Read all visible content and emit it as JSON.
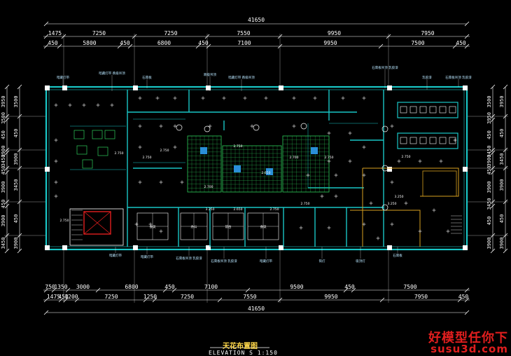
{
  "drawing": {
    "title": "天花布置图",
    "subtitle": "ELEVATION S 1:150",
    "overall_dim_top": "41650",
    "overall_dim_bottom": "41650",
    "top_row1": [
      "1475",
      "7250",
      "7250",
      "7550",
      "9950",
      "7950"
    ],
    "top_row2": [
      "450",
      "5800",
      "450",
      "6800",
      "450",
      "7100",
      "9950",
      "7500",
      "450"
    ],
    "bottom_row1": [
      "750",
      "1350",
      "3000",
      "6800",
      "450",
      "7100",
      "9500",
      "450",
      "7500"
    ],
    "bottom_row2": [
      "1475",
      "450",
      "1200",
      "7250",
      "1250",
      "7250",
      "7550",
      "9950",
      "7950",
      "450"
    ],
    "left_dims": [
      "3950",
      "3500",
      "450",
      "3900",
      "3450",
      "450",
      "3900",
      "450",
      "3900",
      "3450"
    ],
    "right_dims": [
      "3500",
      "3950",
      "450",
      "3450",
      "3900",
      "450",
      "3900",
      "3450",
      "450",
      "3900"
    ],
    "notes": [
      "暗藏灯带",
      "暗藏灯带 跌级吊顶",
      "石膏板",
      "跌级吊顶",
      "暗藏灯带 跌级吊顶",
      "石膏板吊顶 乳胶漆",
      "乳胶漆",
      "石膏板吊顶 乳胶漆",
      "暗藏灯带",
      "暗藏灯带",
      "石膏板吊顶 乳胶漆",
      "石膏板吊顶 乳胶漆",
      "暗藏灯带",
      "筒灯",
      "吸顶灯",
      "石膏板"
    ],
    "levels": [
      "2.750",
      "2.750",
      "2.700",
      "2.750",
      "2.650",
      "3.250",
      "2.750",
      "2.700",
      "2.750",
      "2.650",
      "3.250",
      "2.750",
      "2.750",
      "2.750",
      "2.750",
      "3.250"
    ],
    "room_tags": [
      "会议",
      "办公",
      "前台"
    ]
  },
  "watermark": {
    "line1": "好模型任你下",
    "line2": "susu3d.com"
  },
  "colors": {
    "background": "#000000",
    "wall": "#19c6c6",
    "fixture": "#ffffff",
    "accent_orange": "#d8a020",
    "accent_red": "#e01e1e",
    "dim_line": "#ffffff",
    "note_text": "#b8e6ff",
    "grid_green": "#2fcf5a",
    "blue_fill": "#2a8fd8"
  }
}
